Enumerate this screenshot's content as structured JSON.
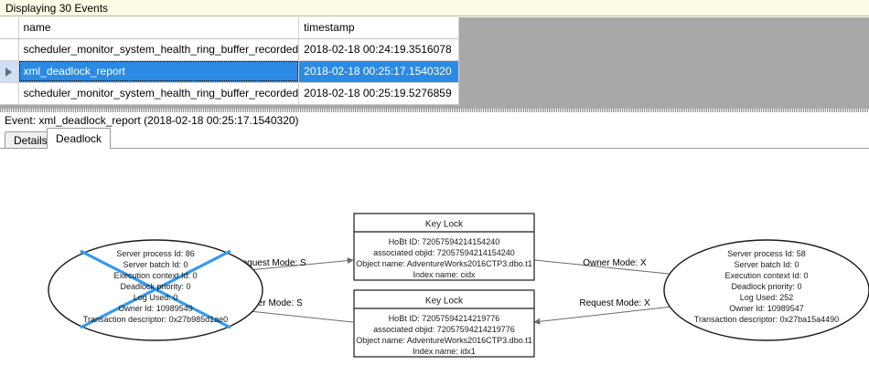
{
  "banner": {
    "text": "Displaying 30 Events"
  },
  "grid": {
    "columns": [
      "name",
      "timestamp"
    ],
    "selector_icon": "row-selector-arrow-icon",
    "rows": [
      {
        "selected": false,
        "name": "scheduler_monitor_system_health_ring_buffer_recorded",
        "timestamp": "2018-02-18 00:24:19.3516078"
      },
      {
        "selected": true,
        "name": "xml_deadlock_report",
        "timestamp": "2018-02-18 00:25:17.1540320"
      },
      {
        "selected": false,
        "name": "scheduler_monitor_system_health_ring_buffer_recorded",
        "timestamp": "2018-02-18 00:25:19.5276859"
      }
    ]
  },
  "event_header": {
    "text": "Event: xml_deadlock_report (2018-02-18 00:25:17.1540320)"
  },
  "tabs": [
    {
      "label": "Details",
      "active": false
    },
    {
      "label": "Deadlock",
      "active": true
    }
  ],
  "deadlock": {
    "victim_cross_color": "#3399ee",
    "processes": [
      {
        "id": "process-left-victim",
        "victim": true,
        "lines": [
          "Server process Id: 86",
          "Server batch Id: 0",
          "Execution context Id: 0",
          "Deadlock priority: 0",
          "Log Used: 0",
          "Owner Id: 10989549",
          "Transaction descriptor: 0x27b985d1ae0"
        ]
      },
      {
        "id": "process-right",
        "victim": false,
        "lines": [
          "Server process Id: 58",
          "Server batch Id: 0",
          "Execution context Id: 0",
          "Deadlock priority: 0",
          "Log Used: 252",
          "Owner Id: 10989547",
          "Transaction descriptor: 0x27ba15a4490"
        ]
      }
    ],
    "resources": [
      {
        "id": "resource-top",
        "title": "Key Lock",
        "lines": [
          "HoBt ID: 72057594214154240",
          "associated objid: 72057594214154240",
          "Object name: AdventureWorks2016CTP3.dbo.t1",
          "Index name: cidx"
        ]
      },
      {
        "id": "resource-bottom",
        "title": "Key Lock",
        "lines": [
          "HoBt ID: 72057594214219776",
          "associated objid: 72057594214219776",
          "Object name: AdventureWorks2016CTP3.dbo.t1",
          "Index name: idx1"
        ]
      }
    ],
    "edges": [
      {
        "id": "edge-left-request-top",
        "label": "Request Mode: S"
      },
      {
        "id": "edge-top-owner-right",
        "label": "Owner Mode: X"
      },
      {
        "id": "edge-bottom-owner-left",
        "label": "Owner Mode: S"
      },
      {
        "id": "edge-right-request-bottom",
        "label": "Request Mode: X"
      }
    ]
  }
}
